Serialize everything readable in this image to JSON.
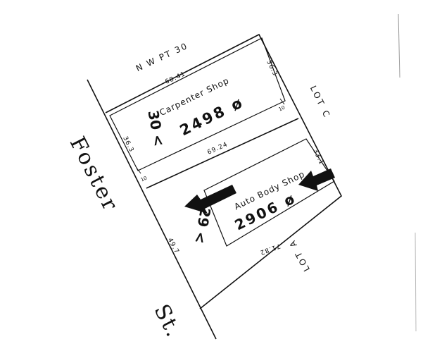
{
  "street": {
    "name_line1": "Foster",
    "name_line2": "St."
  },
  "lots": {
    "north": "N W  PT  30",
    "east": "LOT  C",
    "south": "LOT  A"
  },
  "buildings": [
    {
      "name": "Carpenter Shop",
      "number": "2498",
      "suffix": "ø",
      "lot_number": "30",
      "lot_mark": "<"
    },
    {
      "name": "Auto Body Shop",
      "number": "2906",
      "suffix": "ø",
      "lot_number": "29",
      "lot_mark": "<"
    }
  ],
  "dimensions": {
    "top_edge": "68.41",
    "upper_right": "36.3",
    "left_upper": "36.3",
    "middle_line": "69.24",
    "lower_right": "33.1",
    "street_front": "49.7",
    "bottom_edge": "71.82",
    "tick_upper": "10",
    "tick_lower": "10"
  }
}
